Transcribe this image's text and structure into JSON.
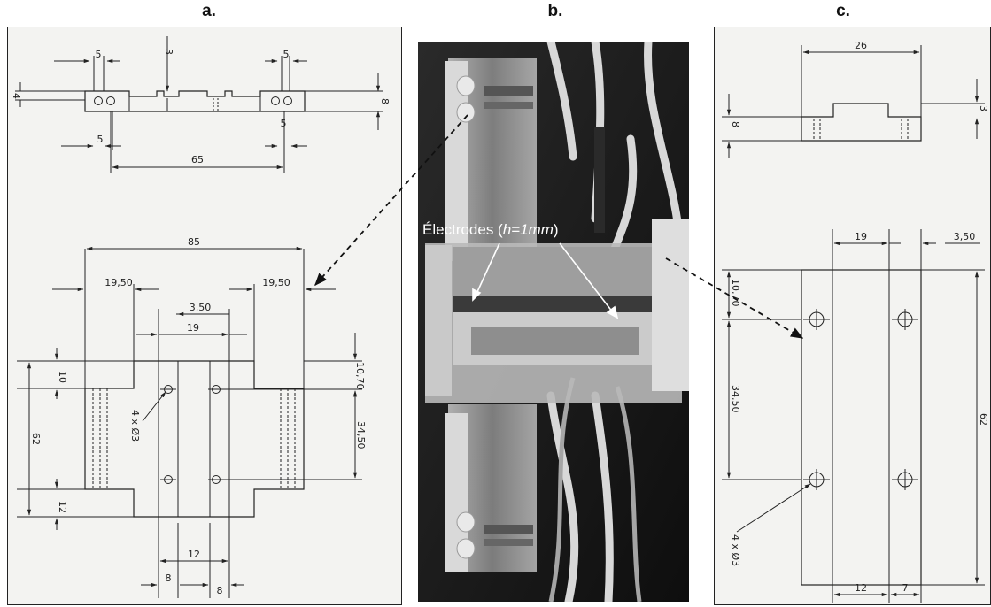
{
  "panels": {
    "a": {
      "title": "a.",
      "top_view_dims": {
        "d5_left": "5",
        "d3_top": "3",
        "d5_right": "5",
        "d4": "4",
        "d8": "8",
        "d5_bottom_left": "5",
        "d5_bottom_right": "5",
        "d65": "65"
      },
      "plan_dims": {
        "d85": "85",
        "d19_50_left": "19,50",
        "d19_50_right": "19,50",
        "d3_50": "3,50",
        "d19": "19",
        "d10": "10",
        "d10_70": "10,70",
        "d62": "62",
        "d34_50": "34,50",
        "d12_left": "12",
        "hole_note": "4 x Ø3",
        "d12_bottom": "12",
        "d8_left": "8",
        "d8_right": "8"
      }
    },
    "b": {
      "title": "b.",
      "electrodes_label_prefix": "Électrodes (",
      "electrodes_label_h": "h",
      "electrodes_label_value": "=1mm",
      "electrodes_label_suffix": ")"
    },
    "c": {
      "title": "c.",
      "top_dims": {
        "d26": "26",
        "d8": "8",
        "d3": "3"
      },
      "plan_dims": {
        "d19": "19",
        "d3_50": "3,50",
        "d10_70": "10,70",
        "d34_50": "34,50",
        "d62": "62",
        "hole_note": "4 x Ø3",
        "d12": "12",
        "d7": "7"
      }
    }
  },
  "colors": {
    "line": "#222222",
    "paper": "#f3f3f1",
    "arrow": "#111111",
    "photo_dark": "#1b1b1b"
  }
}
